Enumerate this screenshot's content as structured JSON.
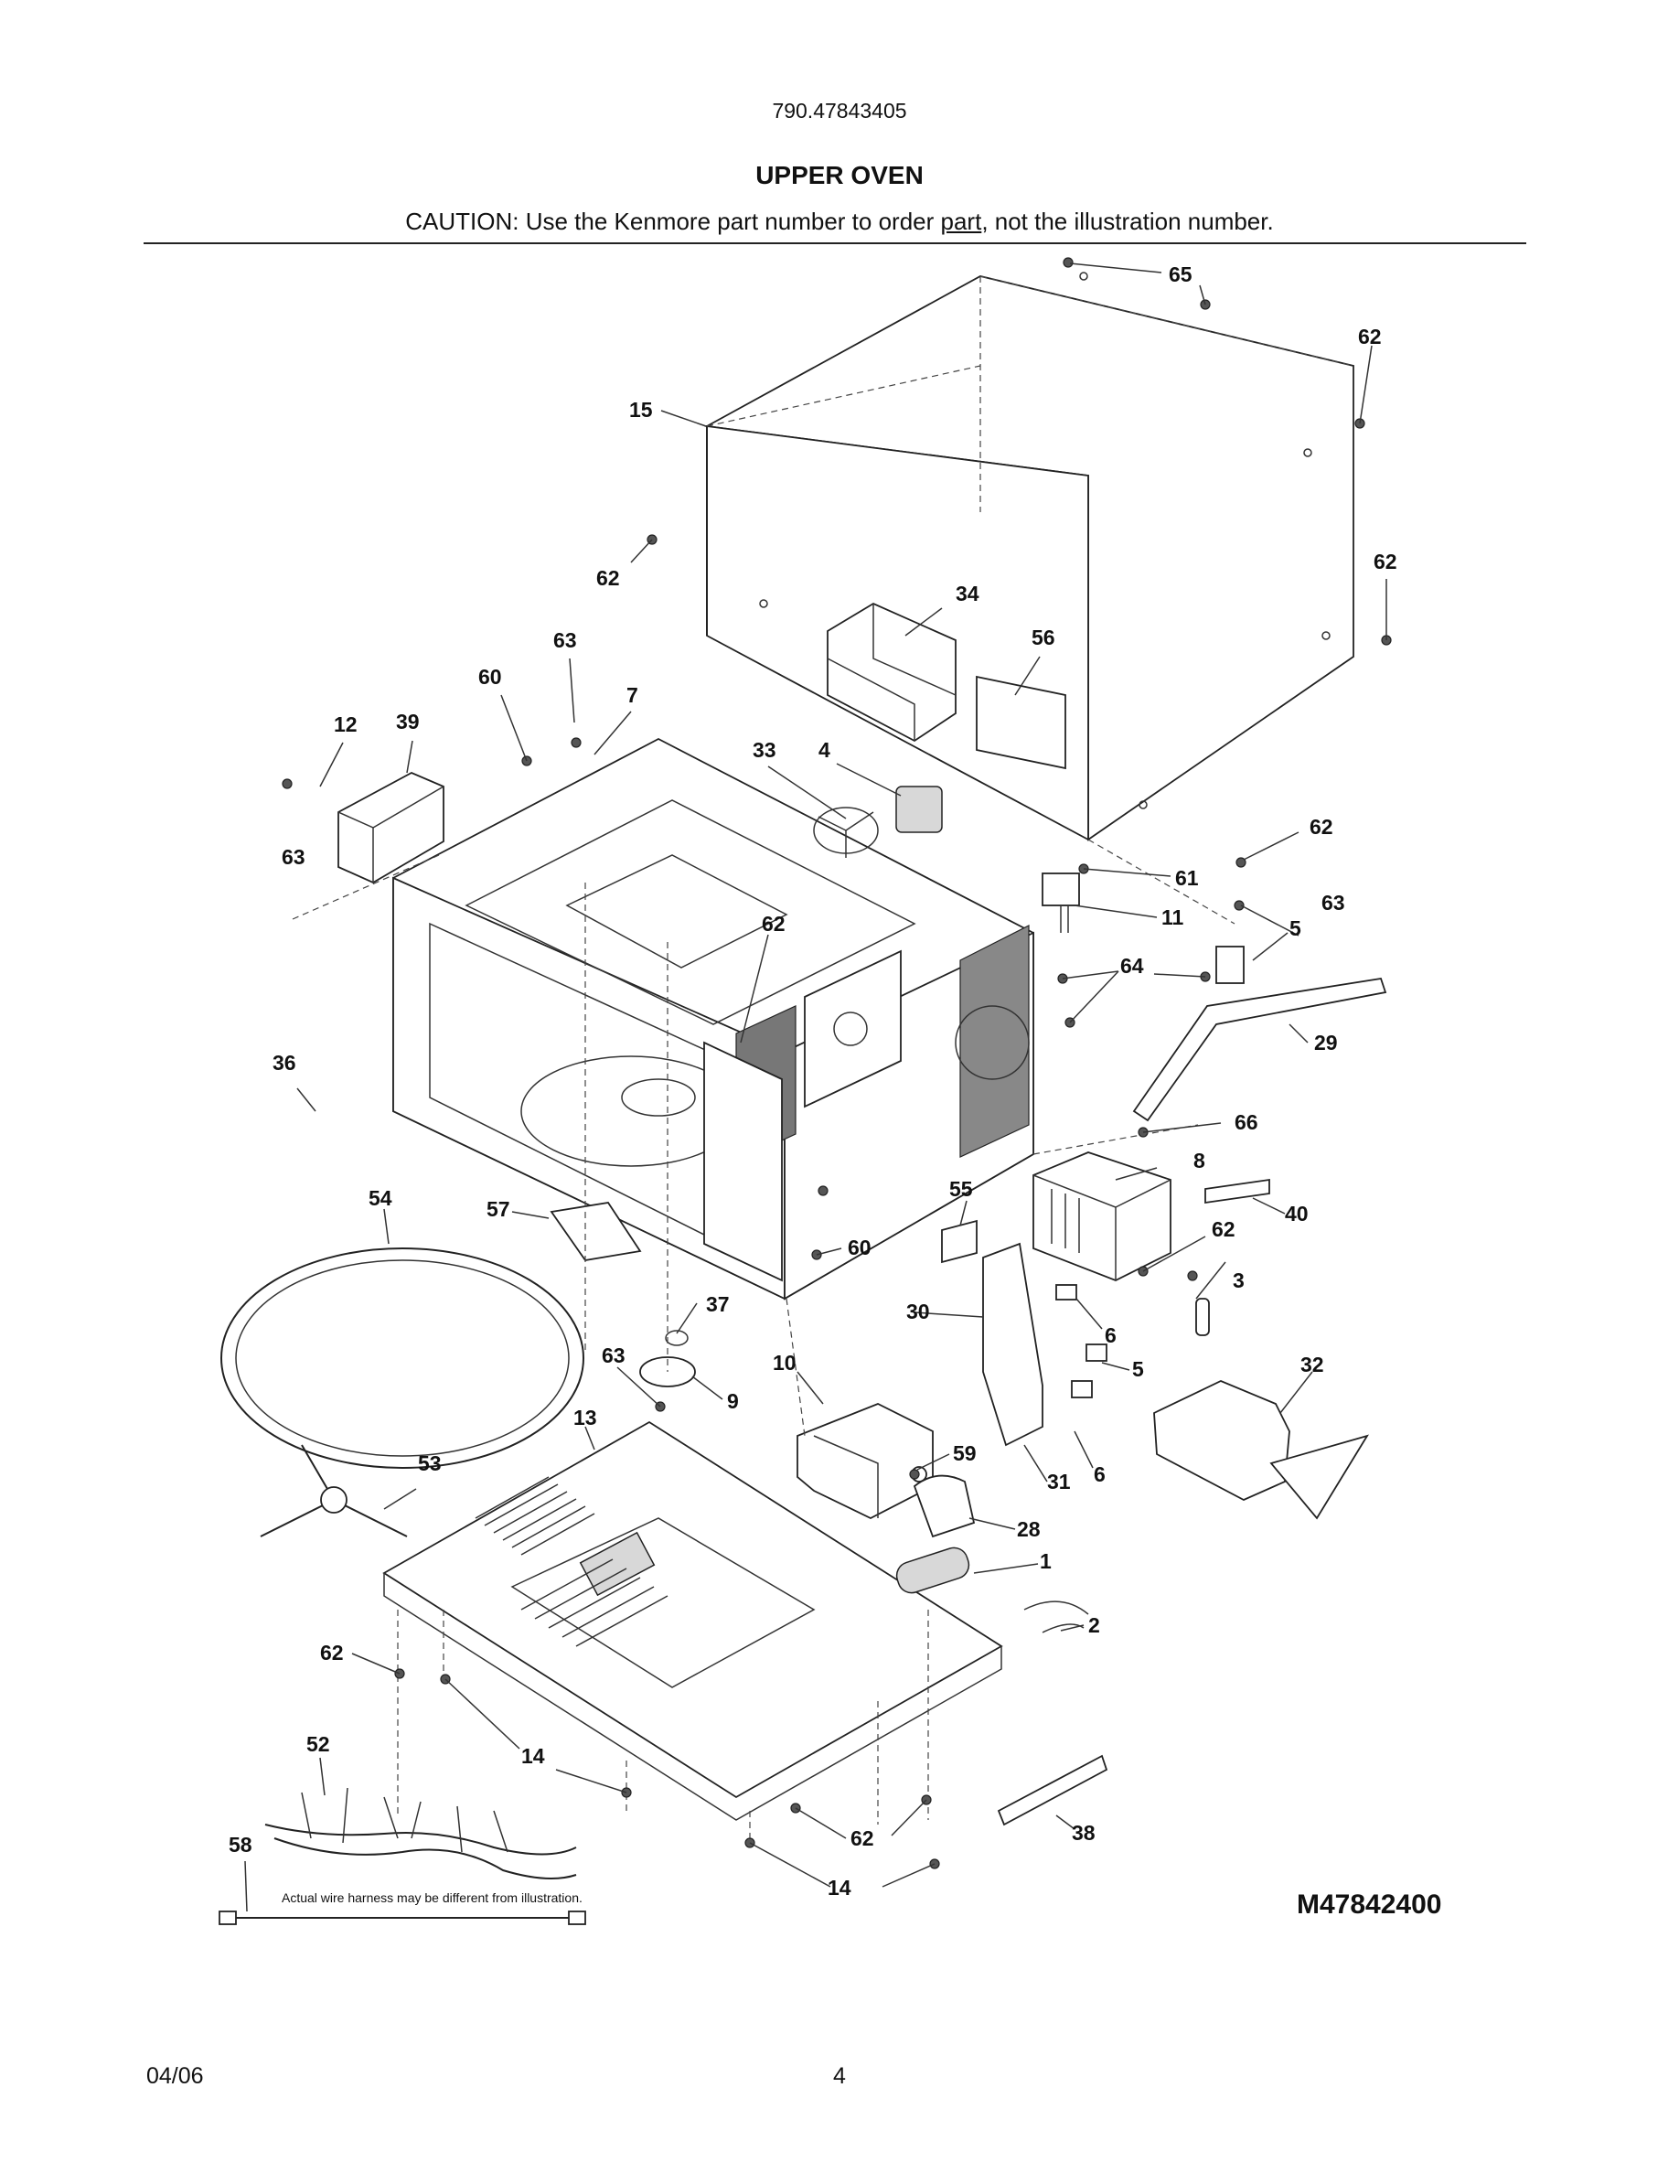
{
  "header": {
    "model_number": "790.47843405",
    "title": "UPPER OVEN",
    "caution_prefix": "CAUTION: Use the Kenmore part number to order ",
    "caution_link": "part",
    "caution_suffix": ", not the illustration number."
  },
  "diagram": {
    "diagram_number": "M47842400",
    "harness_note": "Actual wire harness may be different from illustration.",
    "callouts": [
      "65",
      "62",
      "15",
      "62",
      "62",
      "34",
      "56",
      "63",
      "60",
      "7",
      "12",
      "39",
      "33",
      "4",
      "63",
      "62",
      "61",
      "11",
      "63",
      "5",
      "64",
      "62",
      "29",
      "36",
      "66",
      "8",
      "40",
      "54",
      "57",
      "55",
      "60",
      "62",
      "3",
      "37",
      "30",
      "6",
      "63",
      "10",
      "9",
      "5",
      "32",
      "13",
      "59",
      "31",
      "6",
      "53",
      "28",
      "1",
      "2",
      "62",
      "14",
      "52",
      "58",
      "62",
      "38",
      "14"
    ]
  },
  "footer": {
    "date": "04/06",
    "page_number": "4"
  }
}
